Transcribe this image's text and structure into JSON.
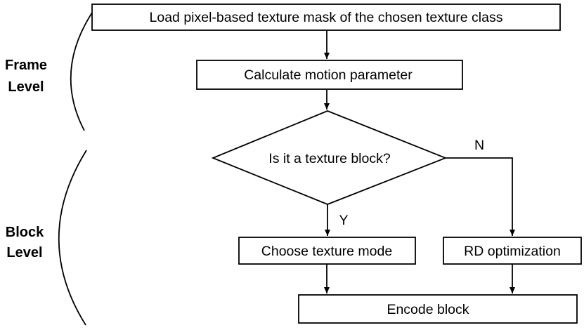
{
  "levels": {
    "frame": {
      "line1": "Frame",
      "line2": "Level"
    },
    "block": {
      "line1": "Block",
      "line2": "Level"
    }
  },
  "nodes": {
    "load_mask": "Load pixel-based texture mask of the chosen texture class",
    "calc_motion": "Calculate motion parameter",
    "decision": "Is it a texture block?",
    "choose_mode": "Choose texture mode",
    "rd_opt": "RD optimization",
    "encode": "Encode block"
  },
  "edges": {
    "yes": "Y",
    "no": "N"
  }
}
